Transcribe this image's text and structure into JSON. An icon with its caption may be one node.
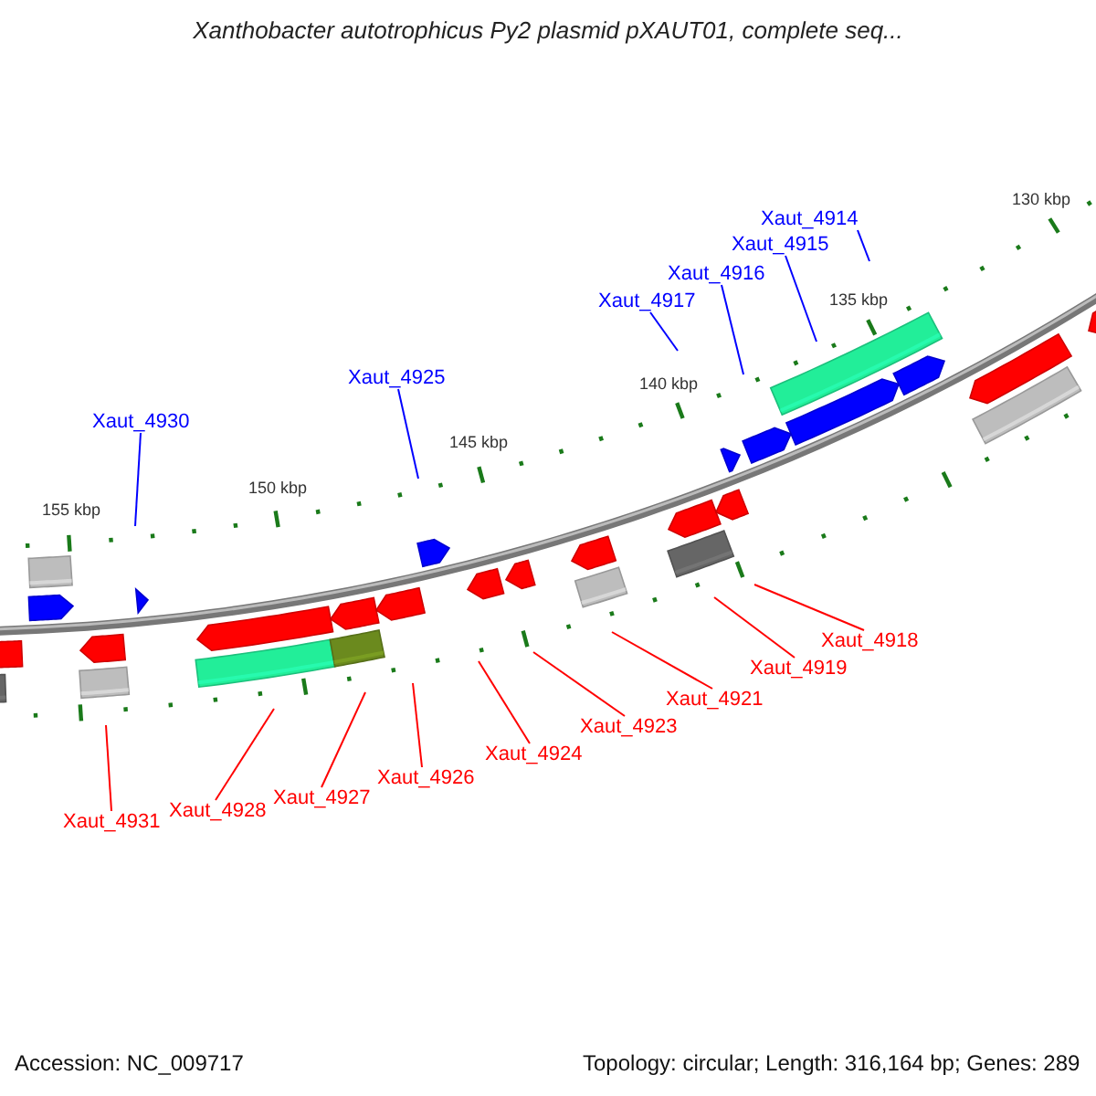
{
  "diagram": {
    "title": "Xanthobacter autotrophicus Py2 plasmid pXAUT01, complete seq...",
    "nodes": [
      {
        "text": [
          "Xaut_4914"
        ]
      },
      {
        "text": [
          "Xaut_4915"
        ]
      },
      {
        "text": [
          "Xaut_4916"
        ]
      },
      {
        "text": [
          "Xaut_4917"
        ]
      },
      {
        "text": [
          "Xaut_4925"
        ]
      },
      {
        "text": [
          "Xaut_4930"
        ]
      },
      {
        "text": [
          "Xaut_4918"
        ]
      },
      {
        "text": [
          "Xaut_4919"
        ]
      },
      {
        "text": [
          "Xaut_4921"
        ]
      },
      {
        "text": [
          "Xaut_4923"
        ]
      },
      {
        "text": [
          "Xaut_4924"
        ]
      },
      {
        "text": [
          "Xaut_4926"
        ]
      },
      {
        "text": [
          "Xaut_4927"
        ]
      },
      {
        "text": [
          "Xaut_4928"
        ]
      },
      {
        "text": [
          "Xaut_4931"
        ]
      }
    ],
    "edges": [
      {
        "from": 0,
        "to": null,
        "arrow": "none",
        "color": "#0000ff"
      },
      {
        "from": 1,
        "to": null,
        "arrow": "none",
        "color": "#0000ff"
      },
      {
        "from": 2,
        "to": null,
        "arrow": "none",
        "color": "#0000ff"
      },
      {
        "from": 3,
        "to": null,
        "arrow": "none",
        "color": "#0000ff"
      },
      {
        "from": 4,
        "to": null,
        "arrow": "none",
        "color": "#0000ff"
      },
      {
        "from": 5,
        "to": null,
        "arrow": "none",
        "color": "#0000ff"
      },
      {
        "from": 6,
        "to": null,
        "arrow": "none"
      },
      {
        "from": 7,
        "to": null,
        "arrow": "none"
      },
      {
        "from": 8,
        "to": null,
        "arrow": "none"
      },
      {
        "from": 9,
        "to": null,
        "arrow": "none"
      },
      {
        "from": 10,
        "to": null,
        "arrow": "none"
      },
      {
        "from": 11,
        "to": null,
        "arrow": "none"
      },
      {
        "from": 12,
        "to": null,
        "arrow": "none"
      },
      {
        "from": 13,
        "to": null,
        "arrow": "none"
      },
      {
        "from": 14,
        "to": null,
        "arrow": "none"
      }
    ],
    "labels": [
      "130 kbp",
      "135 kbp",
      "140 kbp",
      "145 kbp",
      "150 kbp",
      "155 kbp",
      "Accession: NC_009717",
      "Topology: circular; Length: 316,164 bp; Genes: 289"
    ]
  }
}
